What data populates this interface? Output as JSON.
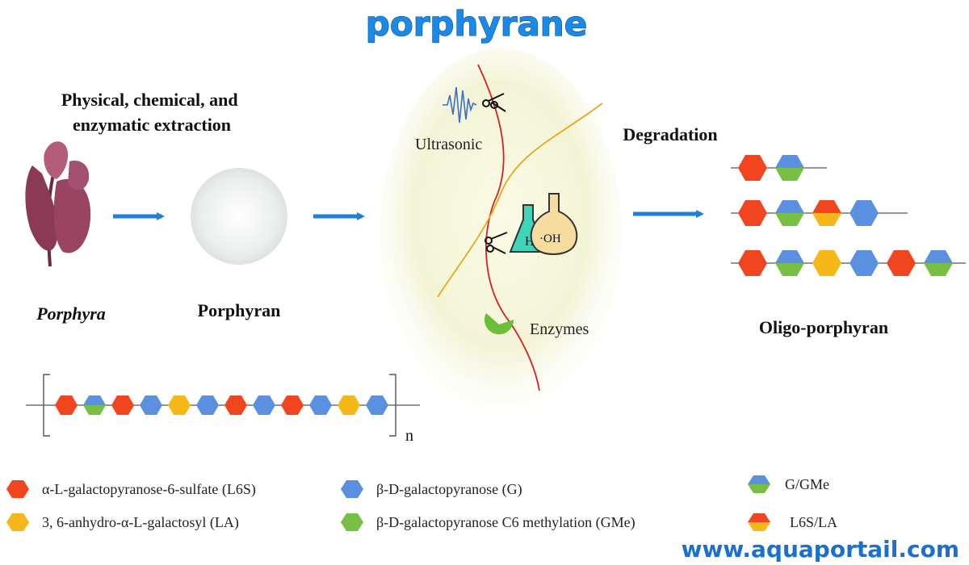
{
  "title": "porphyrane",
  "watermark": "www.aquaportail.com",
  "labels": {
    "extraction_line1": "Physical, chemical, and",
    "extraction_line2": "enzymatic extraction",
    "porphyra": "Porphyra",
    "porphyran": "Porphyran",
    "ultrasonic": "Ultrasonic",
    "acid": "H",
    "acid_sup": "+",
    "base": "·OH",
    "enzymes": "Enzymes",
    "degradation": "Degradation",
    "oligo": "Oligo-porphyran",
    "repeat_n": "n"
  },
  "colors": {
    "L6S": "#f0451e",
    "G": "#5b8fe0",
    "LA": "#f5b818",
    "GMe": "#77c043",
    "arrow": "#1f7fd6",
    "title": "#1a8ae6",
    "watermark": "#1a6fd0"
  },
  "polymer_chain": [
    "L6S",
    "G/GMe",
    "L6S",
    "G",
    "LA",
    "G",
    "L6S",
    "G",
    "L6S",
    "G",
    "LA",
    "G"
  ],
  "oligo_chains": [
    [
      "L6S",
      "G/GMe"
    ],
    [
      "L6S",
      "G/GMe",
      "L6S/LA",
      "G"
    ],
    [
      "L6S",
      "G/GMe",
      "LA",
      "G",
      "L6S",
      "G/GMe"
    ]
  ],
  "legend": [
    {
      "unit": "L6S",
      "text": "α-L-galactopyranose-6-sulfate (L6S)"
    },
    {
      "unit": "LA",
      "text": "3, 6-anhydro-α-L-galactosyl (LA)"
    },
    {
      "unit": "G",
      "text": "β-D-galactopyranose (G)"
    },
    {
      "unit": "GMe",
      "text": "β-D-galactopyranose C6 methylation (GMe)"
    },
    {
      "unit": "G/GMe",
      "text": "G/GMe"
    },
    {
      "unit": "L6S/LA",
      "text": "L6S/LA"
    }
  ]
}
